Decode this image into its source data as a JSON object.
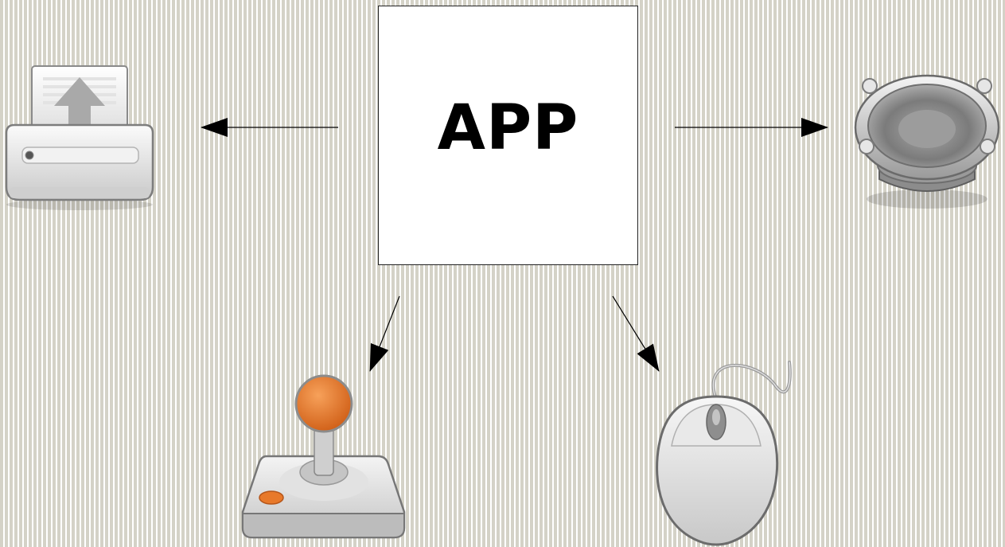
{
  "diagram": {
    "center_label": "APP",
    "nodes": [
      {
        "id": "printer",
        "icon": "printer-icon"
      },
      {
        "id": "speaker",
        "icon": "speaker-icon"
      },
      {
        "id": "joystick",
        "icon": "joystick-icon"
      },
      {
        "id": "mouse",
        "icon": "mouse-icon"
      }
    ],
    "edges": [
      {
        "from": "APP",
        "to": "printer"
      },
      {
        "from": "APP",
        "to": "speaker"
      },
      {
        "from": "APP",
        "to": "joystick"
      },
      {
        "from": "APP",
        "to": "mouse"
      }
    ]
  },
  "colors": {
    "stripe": "#d4d2c7",
    "background": "#ffffff",
    "accent_orange": "#e8792a",
    "device_gray": "#bdbdbd"
  }
}
